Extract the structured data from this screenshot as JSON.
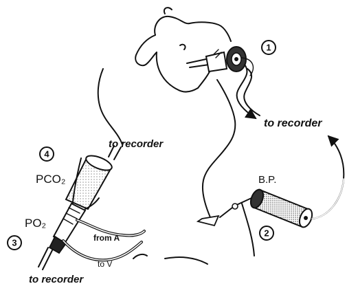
{
  "labels": {
    "recorder_top": "to recorder",
    "recorder_middle": "to recorder",
    "recorder_bottom": "to recorder",
    "bp": "B.P.",
    "pco2": "PCO₂",
    "po2": "PO₂",
    "from_a": "from A",
    "to_v": "to V"
  },
  "markers": {
    "m1": "1",
    "m2": "2",
    "m3": "3",
    "m4": "4"
  },
  "colors": {
    "ink": "#111111",
    "paper": "#ffffff"
  }
}
